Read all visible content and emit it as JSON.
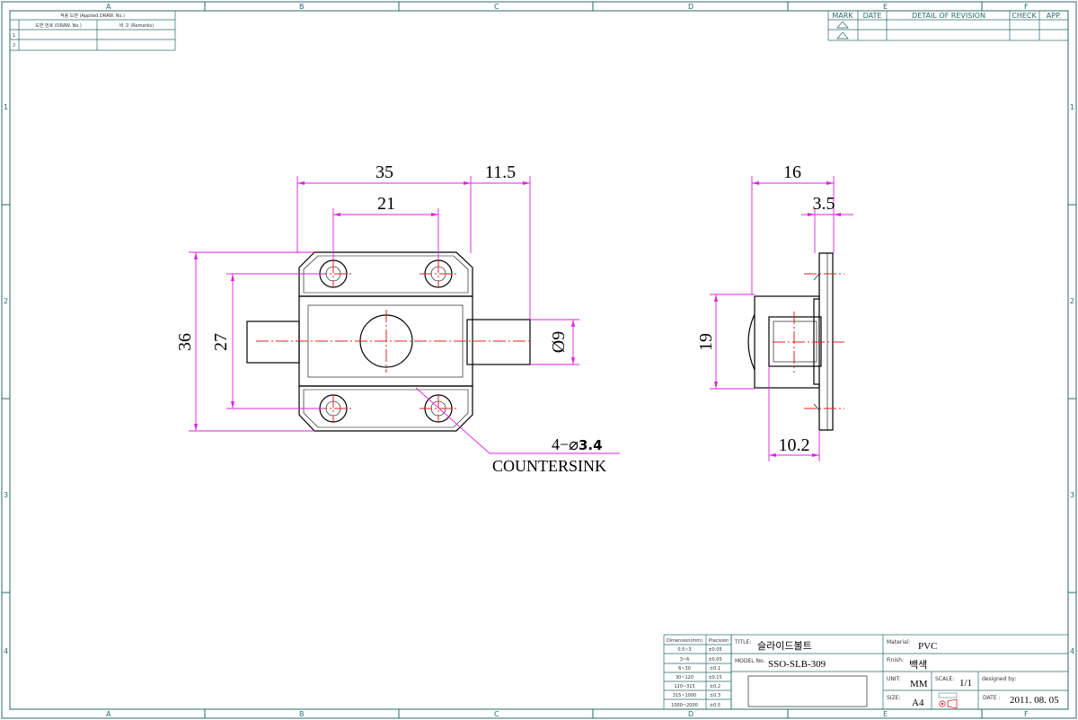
{
  "grid": {
    "columns": [
      "A",
      "B",
      "C",
      "D",
      "E",
      "F"
    ],
    "rows": [
      "1",
      "2",
      "3",
      "4"
    ]
  },
  "applied_table": {
    "header": "적용 도면 (Applied DRAW. No.)",
    "col1": "도면 번호 (DRAW. No.)",
    "col2": "비 고 (Remarks)",
    "rows": [
      "1",
      "2"
    ]
  },
  "revision_table": {
    "headers": [
      "MARK",
      "DATE",
      "DETAIL OF REVISION",
      "CHECK",
      "APP."
    ]
  },
  "dimensions": {
    "width_35": "35",
    "bolt_11_5": "11.5",
    "hole_21": "21",
    "height_36": "36",
    "height_27": "27",
    "diameter_9": "Ø9",
    "side_16": "16",
    "side_3_5": "3.5",
    "side_19": "19",
    "side_10_2": "10.2"
  },
  "notes": {
    "holes_prefix": "4−⌀",
    "holes_value": "3.4",
    "countersink": "COUNTERSINK"
  },
  "tolerance_table": {
    "header_dim": "Dimension(mm)",
    "header_prec": "Precision",
    "rows": [
      [
        "0.5~3",
        "±0.05"
      ],
      [
        "3~6",
        "±0.05"
      ],
      [
        "6~30",
        "±0.1"
      ],
      [
        "30~120",
        "±0.15"
      ],
      [
        "120~315",
        "±0.2"
      ],
      [
        "315~1000",
        "±0.3"
      ],
      [
        "1000~2000",
        "±0.5"
      ]
    ]
  },
  "title_block": {
    "title_label": "TITLE:",
    "title": "슬라이드볼트",
    "model_label": "MODEL No.",
    "model": "SSO-SLB-309",
    "material_label": "Material:",
    "material": "PVC",
    "finish_label": "Finish:",
    "finish": "백색",
    "unit_label": "UNIT:",
    "unit": "MM",
    "scale_label": "SCALE:",
    "scale": "1/1",
    "designed_label": "designed by:",
    "size_label": "SIZE:",
    "size": "A4",
    "date_label": "DATE :",
    "date": "2011. 08. 05"
  }
}
